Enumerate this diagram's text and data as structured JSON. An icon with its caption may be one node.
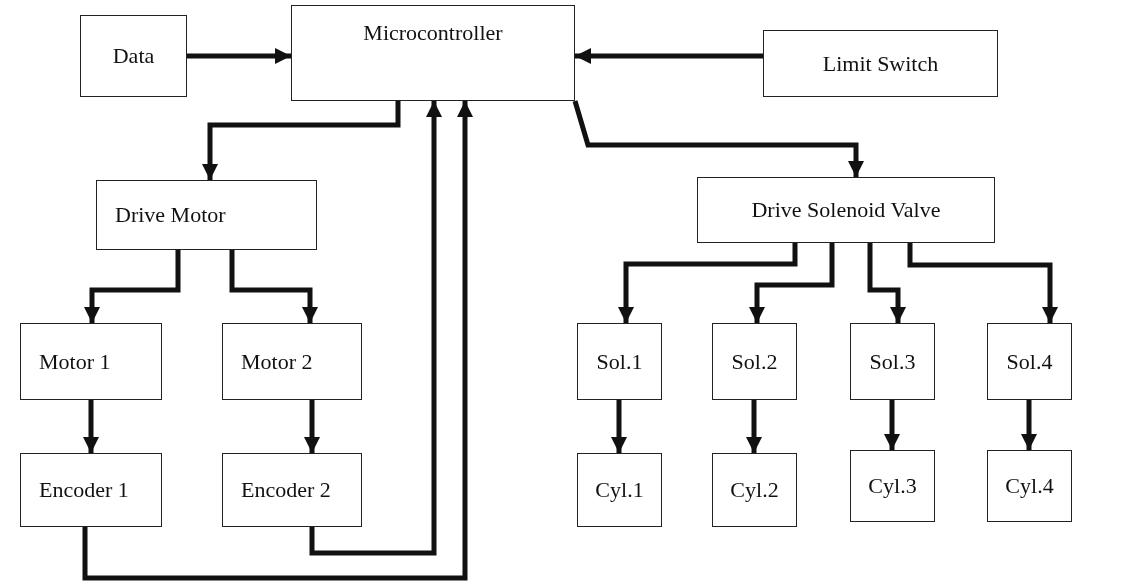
{
  "diagram": {
    "nodes": [
      {
        "text": [
          "Data"
        ]
      },
      {
        "text": [
          "Microcontroller"
        ]
      },
      {
        "text": [
          "Limit Switch"
        ]
      },
      {
        "text": [
          "Drive Motor"
        ]
      },
      {
        "text": [
          "Drive Solenoid Valve"
        ]
      },
      {
        "text": [
          "Motor 1"
        ]
      },
      {
        "text": [
          "Motor 2"
        ]
      },
      {
        "text": [
          "Encoder 1"
        ]
      },
      {
        "text": [
          "Encoder 2"
        ]
      },
      {
        "text": [
          "Sol.1"
        ]
      },
      {
        "text": [
          "Sol.2"
        ]
      },
      {
        "text": [
          "Sol.3"
        ]
      },
      {
        "text": [
          "Sol.4"
        ]
      },
      {
        "text": [
          "Cyl.1"
        ]
      },
      {
        "text": [
          "Cyl.2"
        ]
      },
      {
        "text": [
          "Cyl.3"
        ]
      },
      {
        "text": [
          "Cyl.4"
        ]
      }
    ],
    "edges": [
      {
        "from": 0,
        "to": 1,
        "arrow": "to"
      },
      {
        "from": 2,
        "to": 1,
        "arrow": "to"
      },
      {
        "from": 1,
        "to": 3,
        "arrow": "to"
      },
      {
        "from": 1,
        "to": 4,
        "arrow": "to"
      },
      {
        "from": 3,
        "to": 5,
        "arrow": "to"
      },
      {
        "from": 3,
        "to": 6,
        "arrow": "to"
      },
      {
        "from": 5,
        "to": 7,
        "arrow": "to"
      },
      {
        "from": 6,
        "to": 8,
        "arrow": "to"
      },
      {
        "from": 8,
        "to": 1,
        "arrow": "to"
      },
      {
        "from": 7,
        "to": 1,
        "arrow": "to"
      },
      {
        "from": 4,
        "to": 9,
        "arrow": "to"
      },
      {
        "from": 4,
        "to": 10,
        "arrow": "to"
      },
      {
        "from": 4,
        "to": 11,
        "arrow": "to"
      },
      {
        "from": 4,
        "to": 12,
        "arrow": "to"
      },
      {
        "from": 9,
        "to": 13,
        "arrow": "to"
      },
      {
        "from": 10,
        "to": 14,
        "arrow": "to"
      },
      {
        "from": 11,
        "to": 15,
        "arrow": "to"
      },
      {
        "from": 12,
        "to": 16,
        "arrow": "to"
      }
    ]
  }
}
